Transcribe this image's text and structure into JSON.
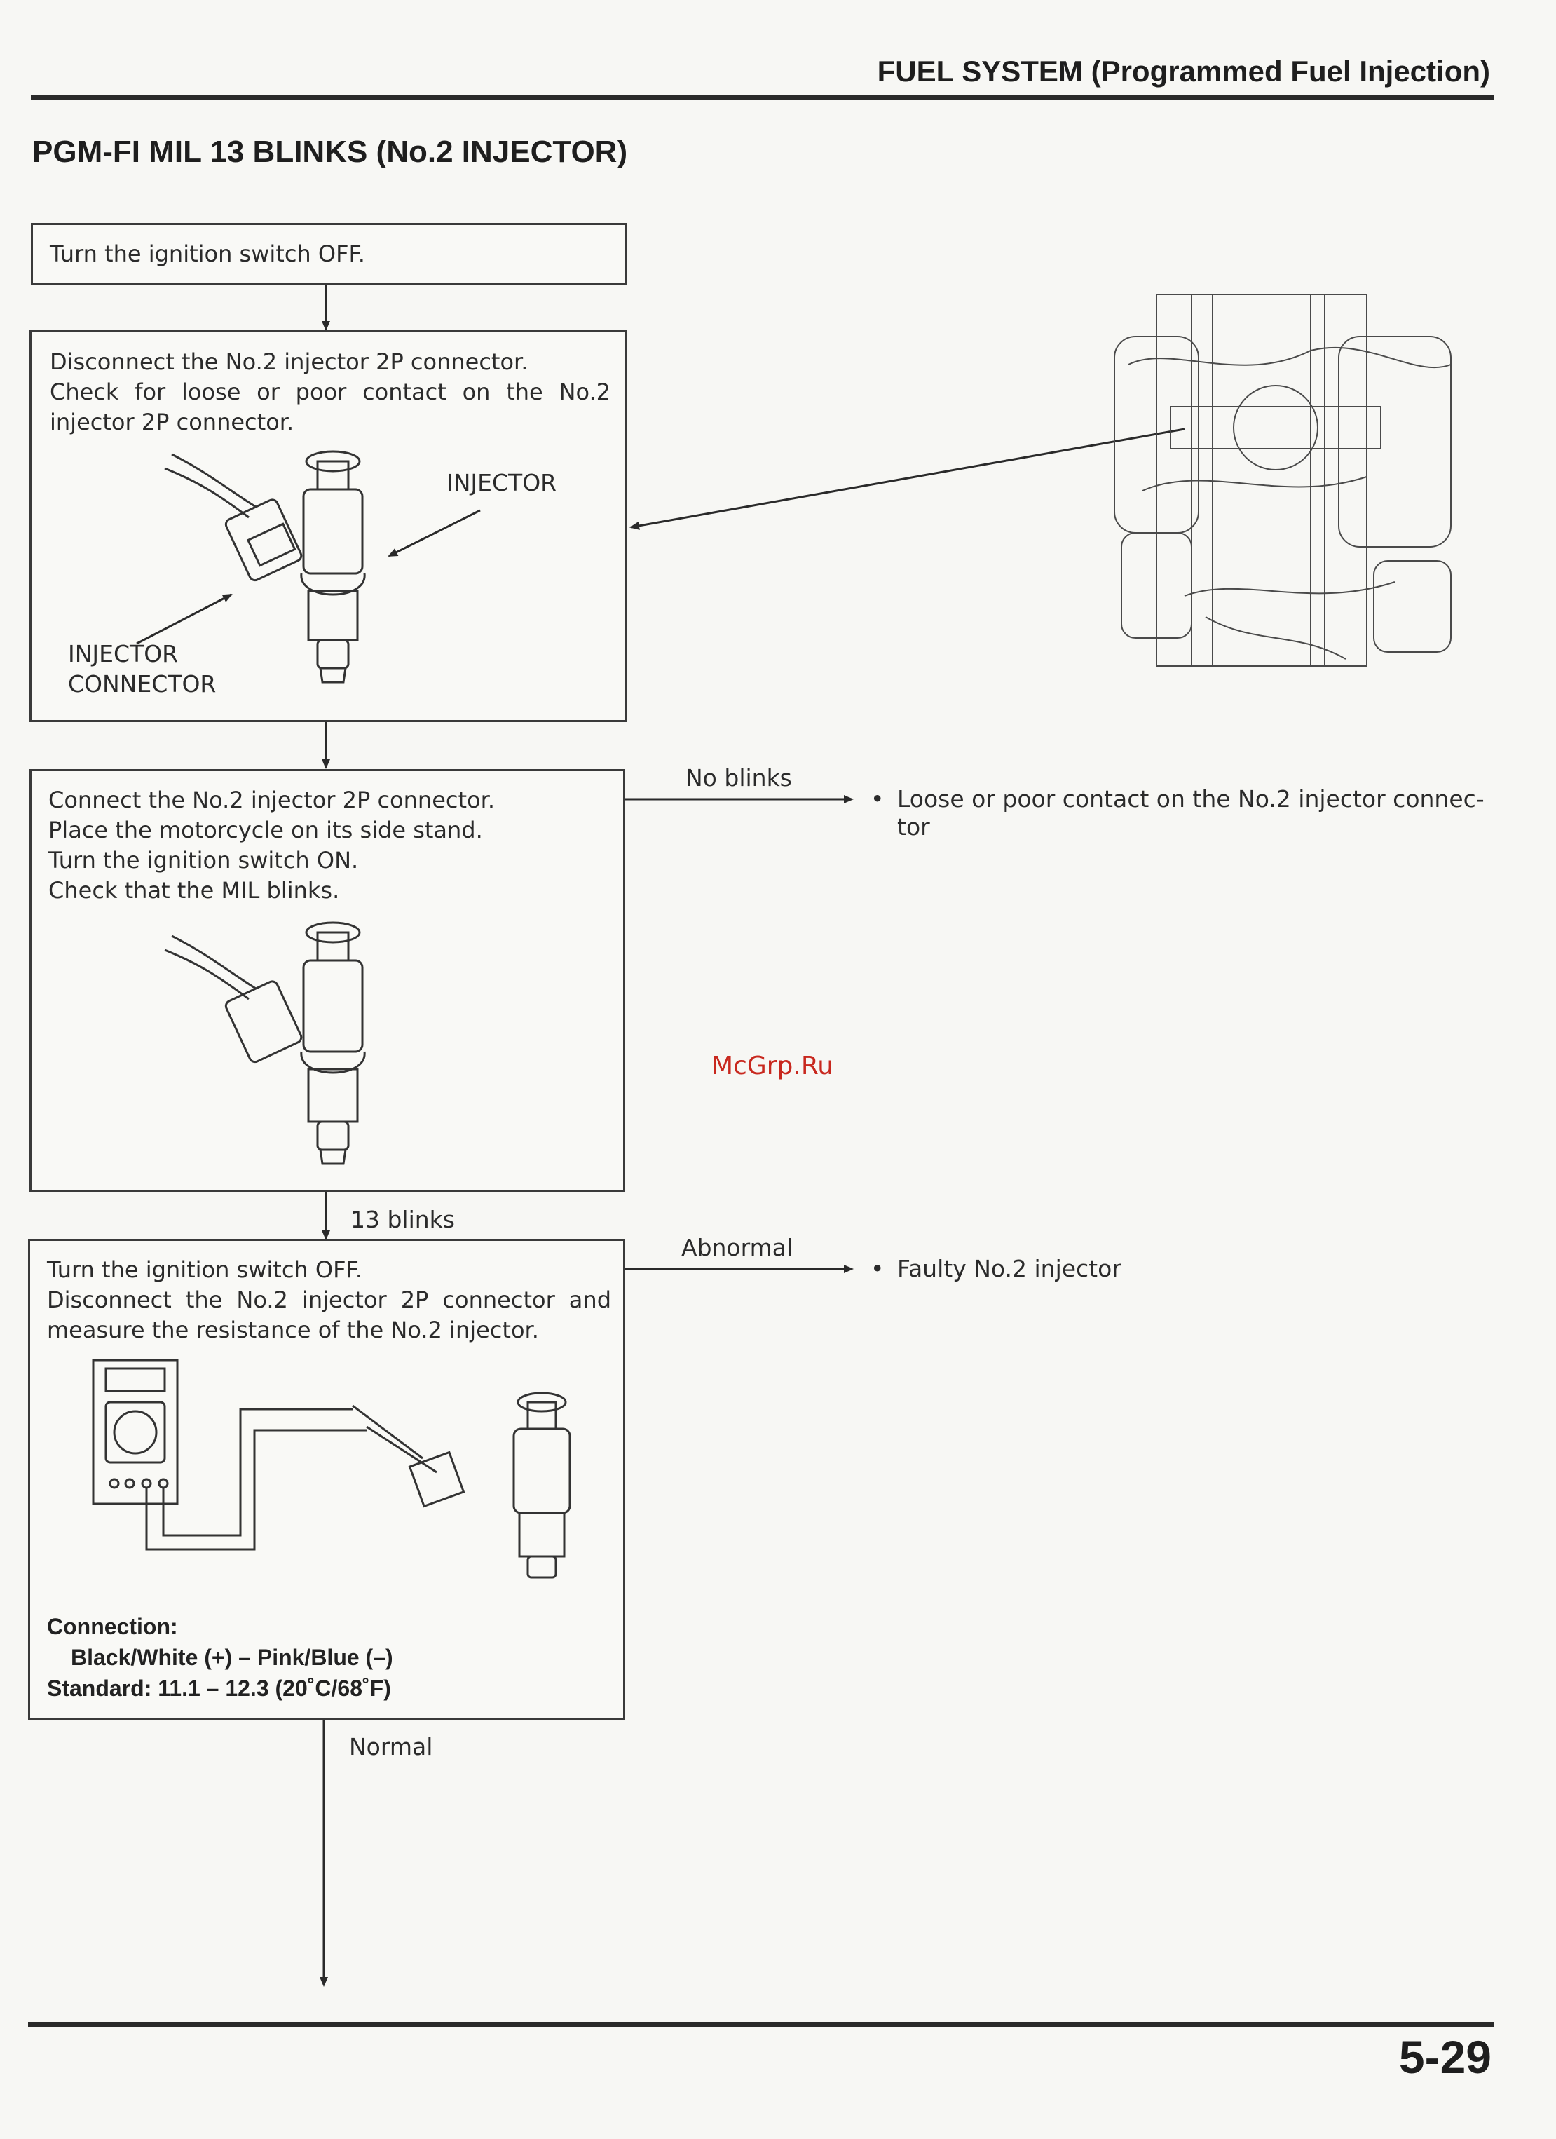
{
  "header": {
    "section_title": "FUEL SYSTEM (Programmed Fuel Injection)"
  },
  "page_title": "PGM-FI MIL 13 BLINKS (No.2 INJECTOR)",
  "steps": [
    {
      "text": "Turn the ignition switch OFF."
    },
    {
      "text": "Disconnect the No.2 injector 2P connector.\nCheck for loose or poor contact on the No.2 injector 2P connector.",
      "labels": {
        "injector": "INJECTOR",
        "injector_connector": "INJECTOR\nCONNECTOR"
      }
    },
    {
      "text": "Connect the No.2 injector 2P connector.\nPlace the motorcycle on its side stand.\nTurn the ignition switch ON.\nCheck that the MIL blinks."
    },
    {
      "text": "Turn the ignition switch OFF.\nDisconnect the No.2 injector 2P connector and measure the resistance of the No.2 injector.",
      "connection_label": "Connection:",
      "connection_value": "Black/White (+) – Pink/Blue (–)",
      "standard": "Standard: 11.1 – 12.3    (20˚C/68˚F)"
    }
  ],
  "branches": {
    "no_blinks": {
      "label": "No blinks",
      "bullet": "•",
      "result": "Loose or poor contact on the No.2 injector connec- tor"
    },
    "thirteen_blinks": {
      "label": "13 blinks"
    },
    "abnormal": {
      "label": "Abnormal",
      "bullet": "•",
      "result": "Faulty No.2 injector"
    },
    "normal": {
      "label": "Normal"
    }
  },
  "watermark": "McGrp.Ru",
  "page_number": "5-29",
  "colors": {
    "ink": "#2a2a2a",
    "paper": "#f7f7f4",
    "watermark": "#c8281e"
  }
}
